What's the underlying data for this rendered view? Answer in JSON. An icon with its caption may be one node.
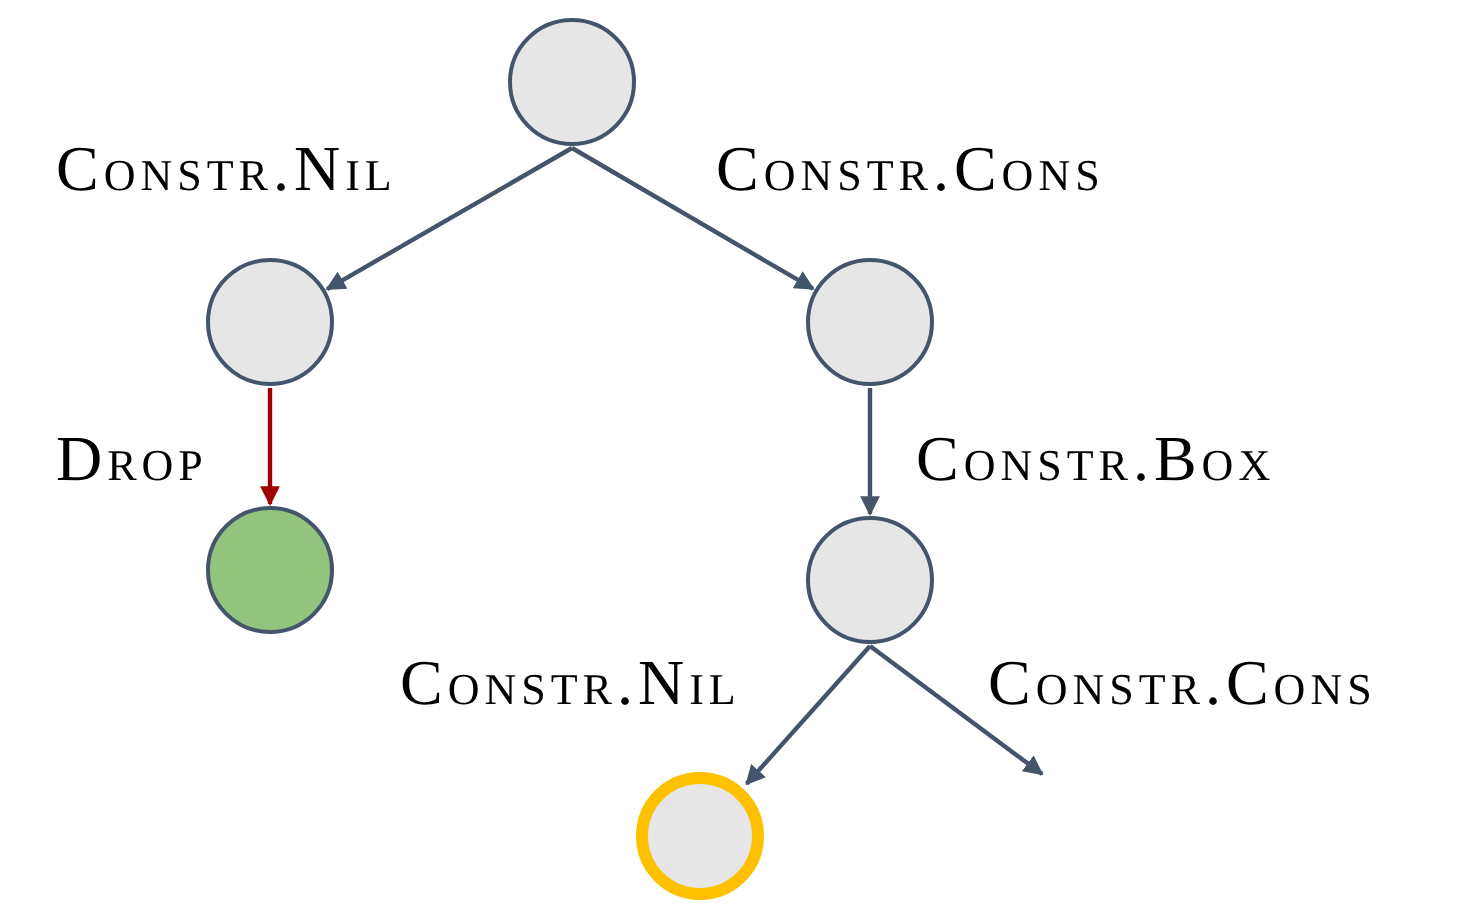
{
  "diagram": {
    "nodes": [
      {
        "text": [],
        "shape": "circle"
      },
      {
        "text": [],
        "shape": "circle"
      },
      {
        "text": [],
        "shape": "circle"
      },
      {
        "text": [],
        "shape": "circle"
      },
      {
        "text": [],
        "shape": "circle"
      },
      {
        "text": [],
        "shape": "circle"
      }
    ],
    "edges": [
      {
        "from": 0,
        "to": 1,
        "arrow": "to",
        "label": "Constr.Nil"
      },
      {
        "from": 0,
        "to": 2,
        "arrow": "to",
        "label": "Constr.Cons"
      },
      {
        "from": 1,
        "to": 3,
        "arrow": "to",
        "label": "Drop",
        "color": "#a00000"
      },
      {
        "from": 2,
        "to": 4,
        "arrow": "to",
        "label": "Constr.Box"
      },
      {
        "from": 4,
        "to": 5,
        "arrow": "to",
        "label": "Constr.Nil"
      },
      {
        "from": 4,
        "to": null,
        "arrow": "to",
        "label": "Constr.Cons"
      }
    ]
  }
}
